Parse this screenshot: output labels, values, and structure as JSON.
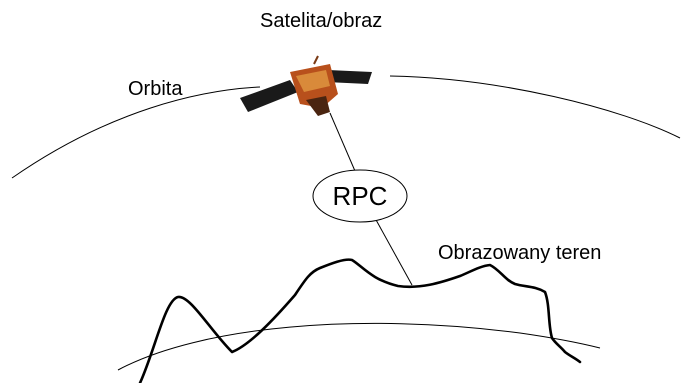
{
  "labels": {
    "satellite": "Satelita/obraz",
    "orbit": "Orbita",
    "rpc": "RPC",
    "terrain": "Obrazowany teren"
  },
  "colors": {
    "line": "#000000",
    "background": "#ffffff",
    "satellite_panel": "#1a1a1a",
    "satellite_body": "#b8501c",
    "satellite_foil": "#d98a3a"
  },
  "icons": {
    "satellite": "satellite-icon"
  }
}
